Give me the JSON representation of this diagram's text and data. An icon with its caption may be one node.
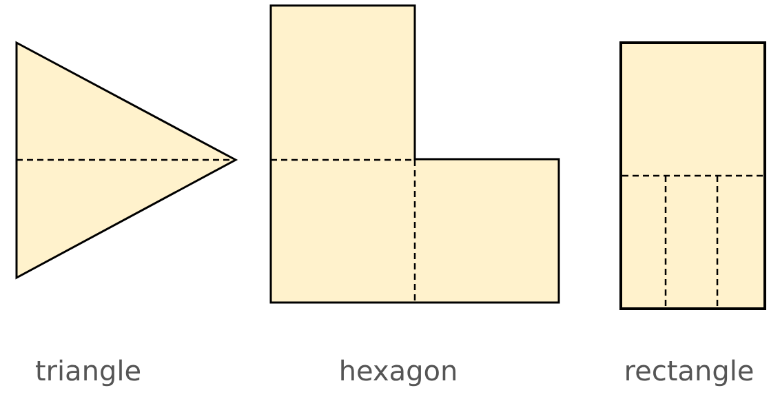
{
  "diagram": {
    "labels": [
      "triangle",
      "hexagon",
      "rectangle"
    ]
  }
}
